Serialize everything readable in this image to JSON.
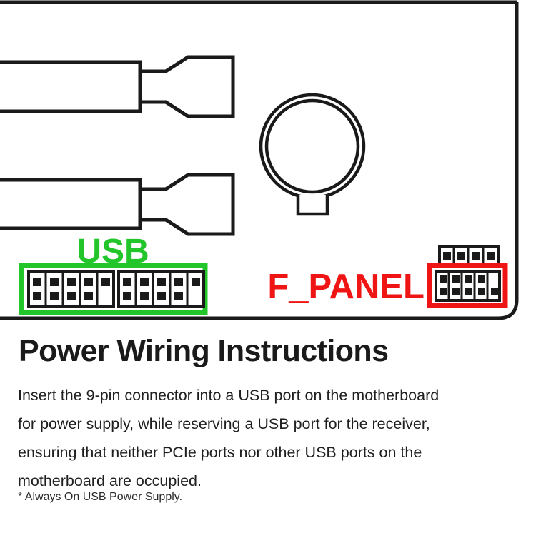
{
  "diagram": {
    "board": {
      "label": "motherboard-outline",
      "stroke_color": "#1a1a1a"
    },
    "cables": [
      {
        "name": "cable-connector-top",
        "label": ""
      },
      {
        "name": "cable-connector-bottom",
        "label": ""
      }
    ],
    "battery": {
      "name": "cmos-battery",
      "label": ""
    },
    "usb_header": {
      "label": "USB",
      "label_color": "#22c52a",
      "highlight_color": "#22c52a",
      "banks": 2,
      "columns_per_bank": 5,
      "pin_note": "fifth column of each bank has only the upper pin"
    },
    "fpanel_header": {
      "label": "F_PANEL",
      "label_color": "#f01515",
      "highlight_color": "#f01515",
      "top_row_pins": 4,
      "columns": 5,
      "pin_note": "fifth column has only the lower pin"
    }
  },
  "content": {
    "heading": "Power Wiring Instructions",
    "paragraph_lines": [
      "Insert the 9-pin connector into a USB port on the motherboard",
      "for power supply, while reserving a USB port for the receiver,",
      "ensuring that neither PCIe ports nor other USB ports on the",
      "motherboard are occupied."
    ],
    "footnote": "* Always On USB Power Supply."
  }
}
